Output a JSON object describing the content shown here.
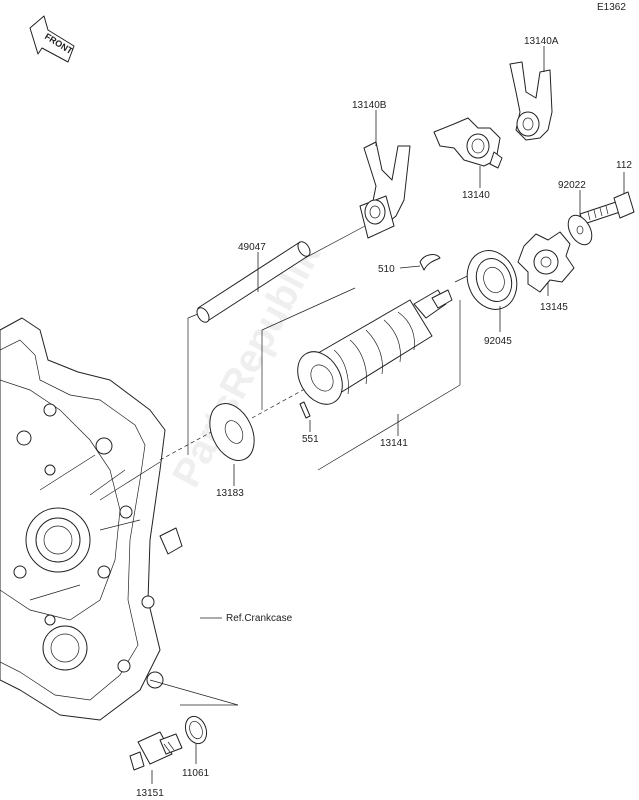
{
  "diagram": {
    "code": "E1362",
    "front_label": "FRONT",
    "watermark": "PartsRepublik",
    "ref_label": "Ref.Crankcase",
    "parts": [
      {
        "id": "p13140A",
        "label": "13140A"
      },
      {
        "id": "p13140B",
        "label": "13140B"
      },
      {
        "id": "p13140",
        "label": "13140"
      },
      {
        "id": "p112",
        "label": "112"
      },
      {
        "id": "p92022",
        "label": "92022"
      },
      {
        "id": "p49047",
        "label": "49047"
      },
      {
        "id": "p510",
        "label": "510"
      },
      {
        "id": "p13145",
        "label": "13145"
      },
      {
        "id": "p92045",
        "label": "92045"
      },
      {
        "id": "p551",
        "label": "551"
      },
      {
        "id": "p13141",
        "label": "13141"
      },
      {
        "id": "p13183",
        "label": "13183"
      },
      {
        "id": "p11061",
        "label": "11061"
      },
      {
        "id": "p13151",
        "label": "13151"
      }
    ]
  }
}
